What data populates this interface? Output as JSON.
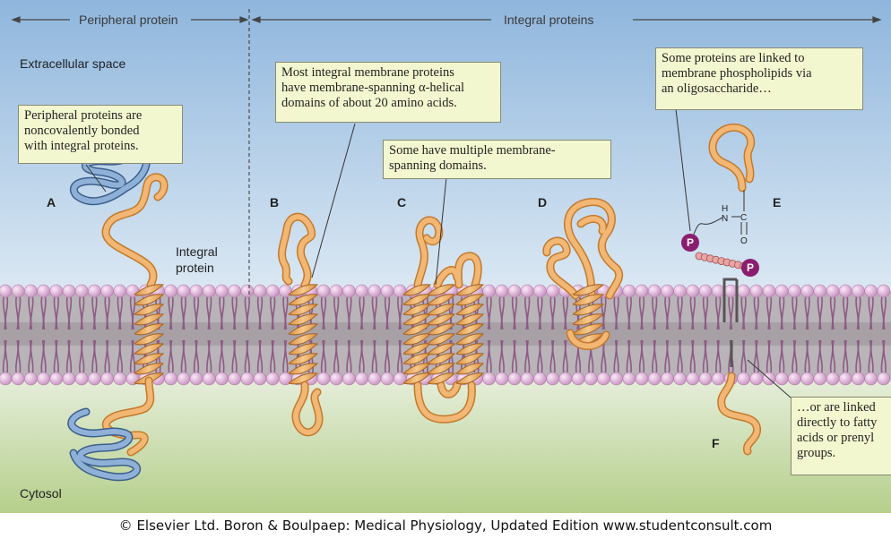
{
  "headers": {
    "peripheral": "Peripheral protein",
    "integral": "Integral proteins"
  },
  "regions": {
    "extracellular": "Extracellular space",
    "cytosol": "Cytosol"
  },
  "letters": [
    "A",
    "B",
    "C",
    "D",
    "E",
    "F"
  ],
  "labels": {
    "integral_protein_line1": "Integral",
    "integral_protein_line2": "protein",
    "nh": "N",
    "h": "H",
    "c": "C",
    "o": "O",
    "p": "P"
  },
  "callouts": {
    "peripheral": [
      "Peripheral proteins are",
      "noncovalently bonded",
      "with integral proteins."
    ],
    "alpha_helical": [
      "Most integral membrane proteins",
      "have membrane-spanning α-helical",
      "domains of about 20 amino acids."
    ],
    "multiple": [
      "Some have multiple membrane-",
      "spanning domains."
    ],
    "oligosaccharide": [
      "Some proteins are linked to",
      "membrane phospholipids via",
      "an oligosaccharide…"
    ],
    "fatty_acids": [
      "…or are linked",
      "directly to fatty",
      "acids or prenyl",
      "groups."
    ]
  },
  "copyright": "© Elsevier Ltd. Boron & Boulpaep: Medical Physiology, Updated Edition   www.studentconsult.com",
  "colors": {
    "protein_fill": "#f2b774",
    "protein_stroke": "#c37a2c",
    "peripheral_fill": "#8fb1d7",
    "peripheral_stroke": "#3c5f8c",
    "head_fill": "#e3b8df",
    "tail": "#8e5a85",
    "phosphate": "#8a1e6e",
    "sky_top": "#8fb6dd",
    "cytosol_bottom": "#b5cf8b"
  }
}
